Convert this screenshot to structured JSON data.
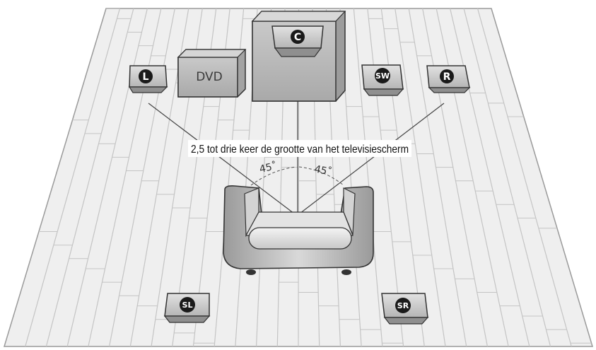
{
  "speakers": {
    "front_left": "L",
    "center": "C",
    "subwoofer": "SW",
    "front_right": "R",
    "surround_left": "SL",
    "surround_right": "SR"
  },
  "player_label": "DVD",
  "distance_text": "2,5 tot drie keer de grootte van het televisiescherm",
  "angle_left": "45˚",
  "angle_right": "45˚",
  "colors": {
    "floor": "#efefef",
    "floor_lines": "#c4c4c4",
    "outline": "#333333",
    "badge": "#1a1a1a"
  }
}
